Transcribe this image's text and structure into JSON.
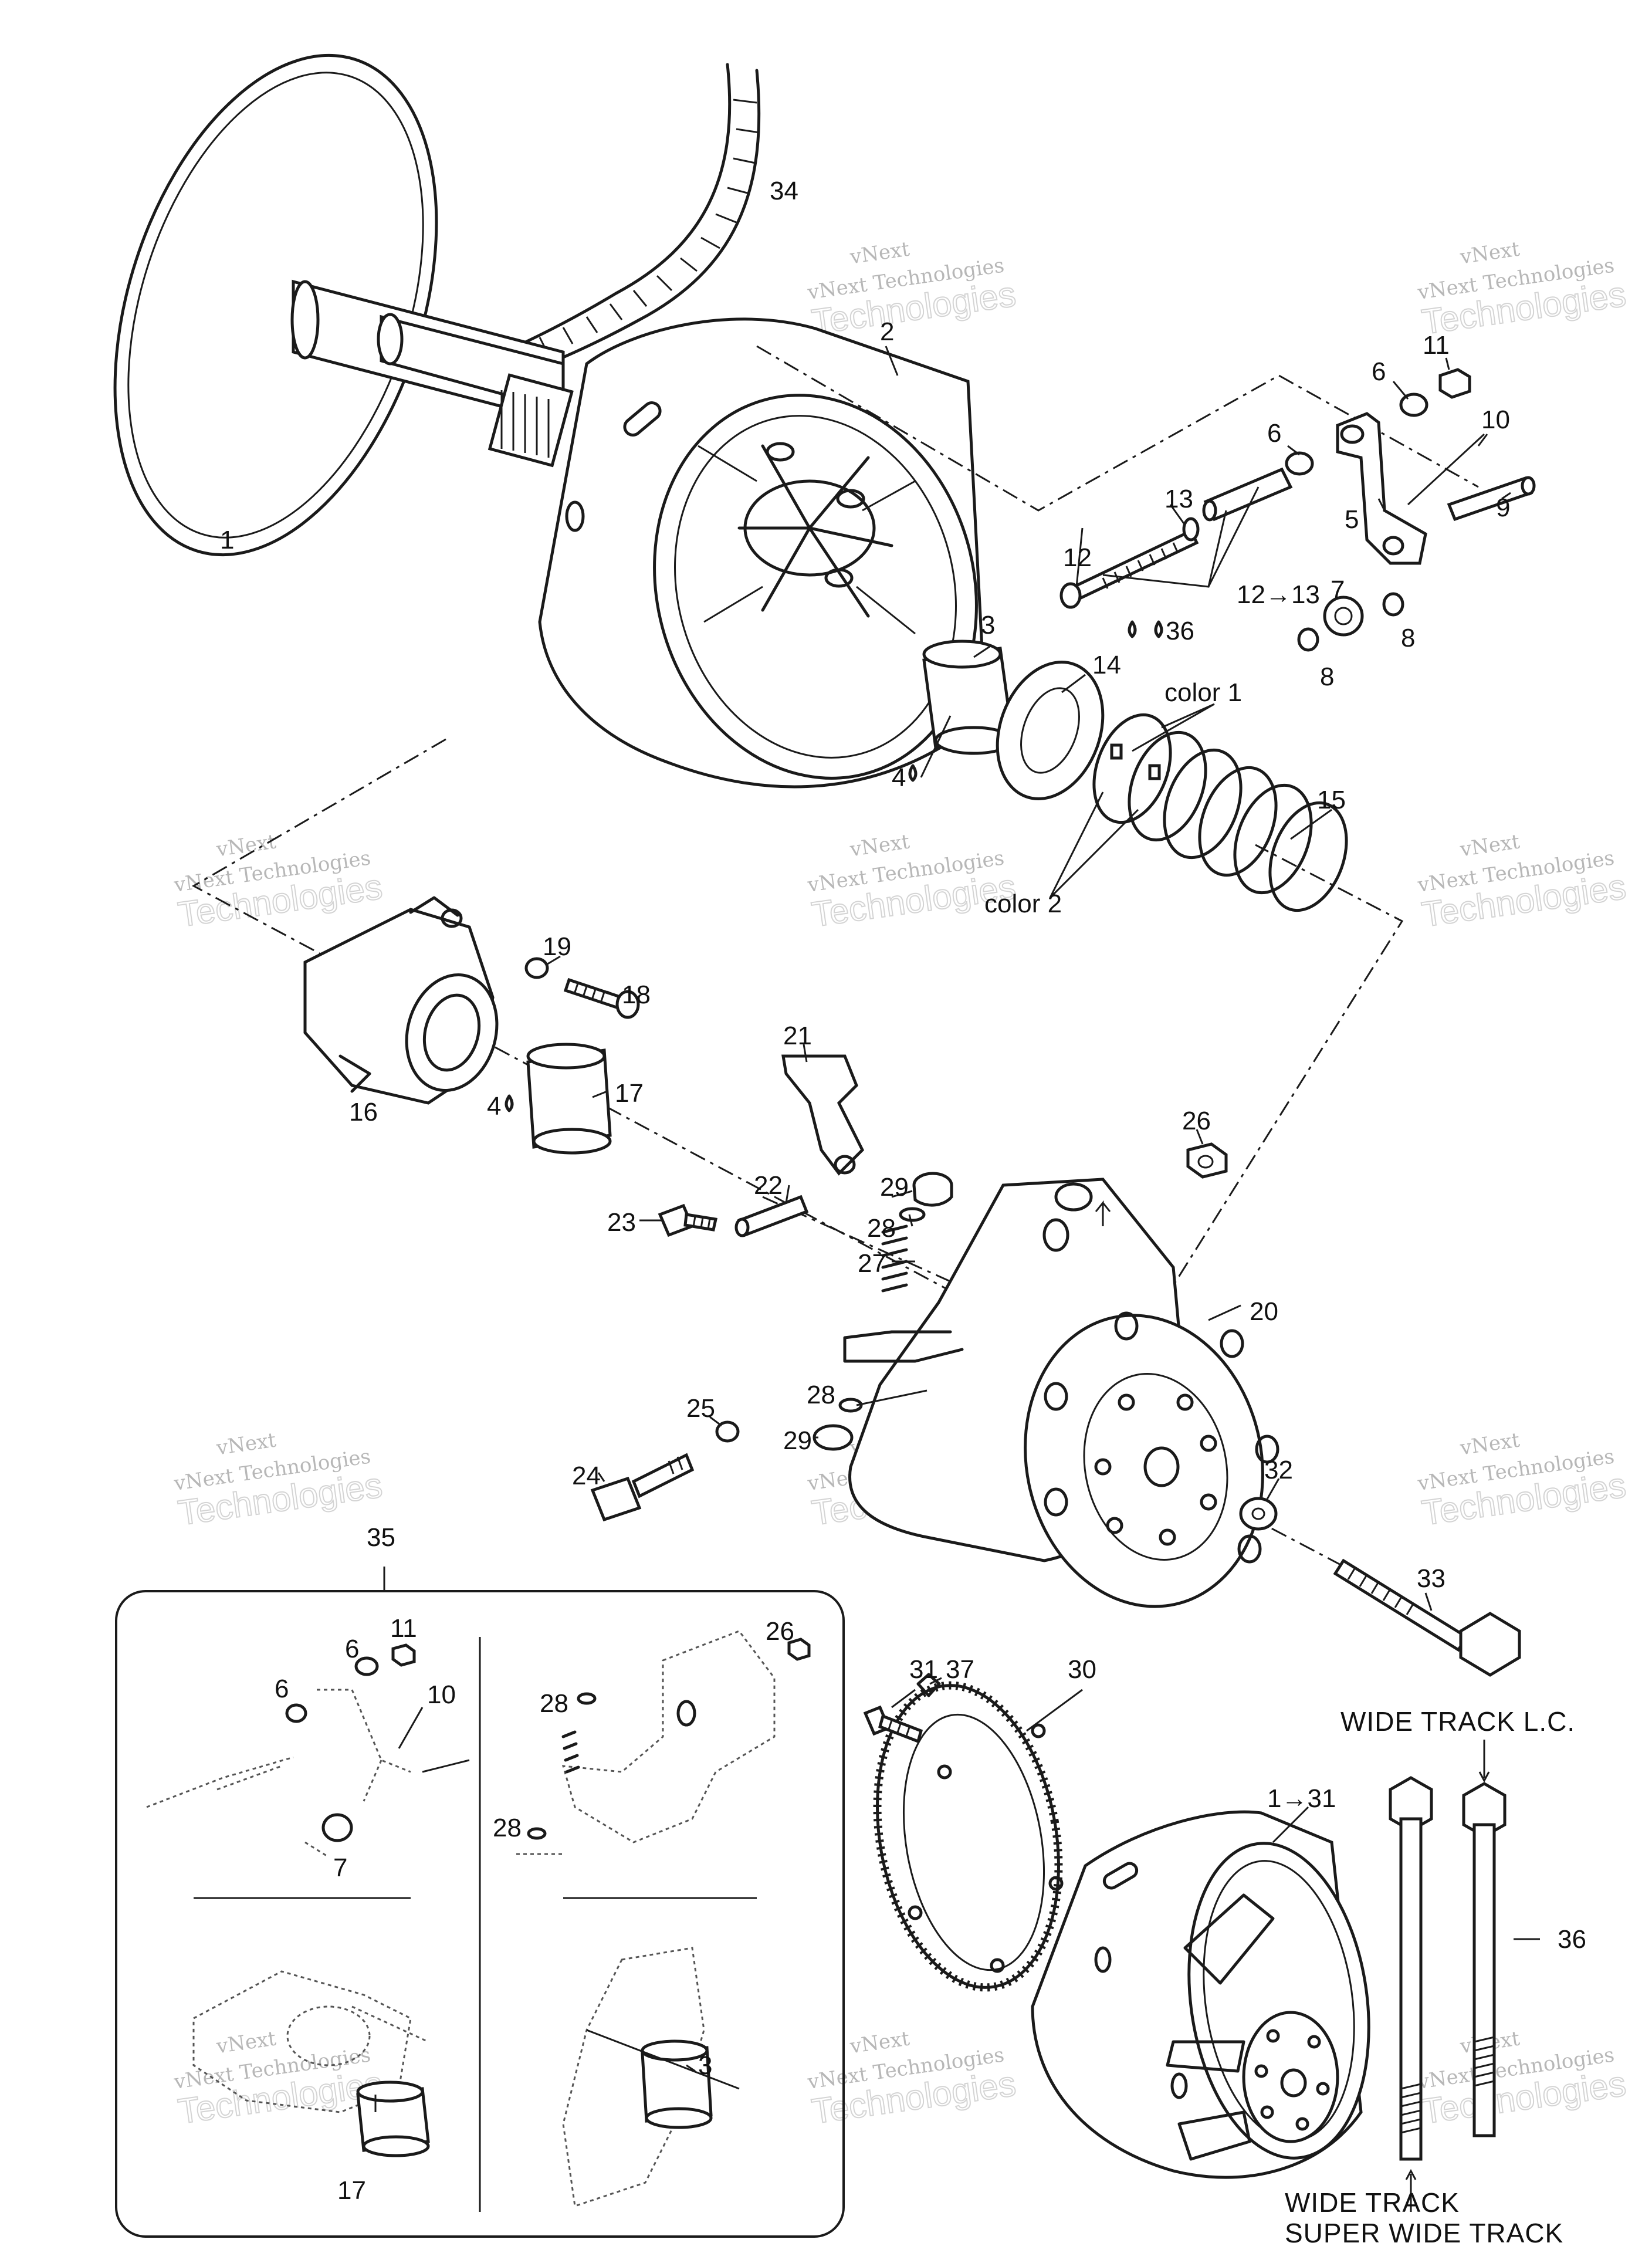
{
  "watermark": {
    "line1": "vNext",
    "line2": "vNext Technologies",
    "line3": "Technologies"
  },
  "callouts": {
    "c1": "1",
    "c2": "2",
    "c3": "3",
    "c4a": "4",
    "c4b": "4",
    "c5": "5",
    "c6a": "6",
    "c6b": "6",
    "c7": "7",
    "c8a": "8",
    "c8b": "8",
    "c9": "9",
    "c10": "10",
    "c11": "11",
    "c12": "12",
    "c12to13": "12→13",
    "c13": "13",
    "c14": "14",
    "c15": "15",
    "c16": "16",
    "c17": "17",
    "c18": "18",
    "c19": "19",
    "c20": "20",
    "c21": "21",
    "c22": "22",
    "c23": "23",
    "c24": "24",
    "c25": "25",
    "c26": "26",
    "c27": "27",
    "c28a": "28",
    "c28b": "28",
    "c29a": "29",
    "c29b": "29",
    "c30": "30",
    "c31": "31",
    "c1to31": "1→31",
    "c32": "32",
    "c33": "33",
    "c34": "34",
    "c35": "35",
    "c36a": "36",
    "c36b": "36",
    "c37": "37",
    "color1": "color 1",
    "color2": "color 2"
  },
  "inset_callouts": {
    "i6a": "6",
    "i6b": "6",
    "i11": "11",
    "i10": "10",
    "i7": "7",
    "i26": "26",
    "i28a": "28",
    "i28b": "28",
    "i3": "3",
    "i17": "17"
  },
  "notes": {
    "wide_track_lc": "WIDE TRACK L.C.",
    "wide_track": "WIDE TRACK",
    "super_wide_track": "SUPER WIDE TRACK"
  }
}
